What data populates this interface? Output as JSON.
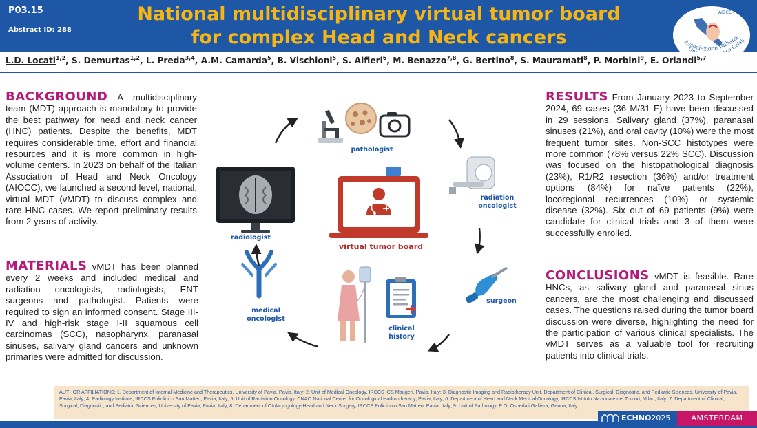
{
  "header": {
    "poster_id": "P03.15",
    "abstract_id": "Abstract ID: 288",
    "title_line1": "National multidisciplinary virtual tumor board",
    "title_line2": "for complex Head and Neck cancers",
    "logo_text": "AIOCC - IHNS",
    "logo_arc_line1": "Associazione Italiana",
    "logo_arc_line2": "Oncologia Cervico Cefalica"
  },
  "authors": [
    {
      "name": "L.D. Locati",
      "sup": "1,2",
      "underline": true
    },
    {
      "name": "S. Demurtas",
      "sup": "1,2"
    },
    {
      "name": "L. Preda",
      "sup": "3,4"
    },
    {
      "name": "A.M. Camarda",
      "sup": "5"
    },
    {
      "name": "B. Vischioni",
      "sup": "5"
    },
    {
      "name": "S. Alfieri",
      "sup": "6"
    },
    {
      "name": "M. Benazzo",
      "sup": "7,8"
    },
    {
      "name": "G. Bertino",
      "sup": "8"
    },
    {
      "name": "S. Mauramati",
      "sup": "8"
    },
    {
      "name": "P. Morbini",
      "sup": "9"
    },
    {
      "name": "E. Orlandi",
      "sup": "5,7"
    }
  ],
  "background": {
    "title": "BACKGROUND",
    "text": "A multidisciplinary team (MDT) approach is mandatory to provide the best pathway for head and neck cancer (HNC) patients. Despite the benefits, MDT requires considerable time, effort and financial resources and it is more common in high-volume centers. In 2023 on behalf of the Italian Association of Head and Neck Oncology (AIOCC), we launched a second level, national, virtual MDT (vMDT) to discuss complex and rare HNC cases. We report preliminary results from 2 years of activity."
  },
  "materials": {
    "title": "MATERIALS",
    "text": "vMDT has been planned every 2 weeks and included medical and radiation oncologists, radiologists, ENT surgeons and pathologist. Patients were required to sign an informed consent. Stage III-IV and high-risk stage I-II squamous cell carcinomas (SCC), nasopharynx, paranasal sinuses, salivary gland cancers and unknown primaries were admitted for discussion."
  },
  "results": {
    "title": "RESULTS",
    "text": "From January 2023 to September 2024, 69 cases (36 M/31 F) have been discussed in 29 sessions. Salivary gland (37%), paranasal sinuses (21%), and oral cavity (10%) were the most frequent tumor sites. Non-SCC histotypes were more common (78% versus 22% SCC). Discussion was focused on the histopathological diagnosis (23%), R1/R2 resection (36%) and/or treatment options (84%) for naïve patients (22%), locoregional recurrences (10%) or systemic disease (32%). Six out of 69 patients (9%) were candidate for clinical trials and 3 of them were successfully enrolled."
  },
  "conclusions": {
    "title": "CONCLUSIONS",
    "text": "vMDT is feasible. Rare HNCs, as salivary gland and paranasal sinus cancers, are the most challenging and discussed cases. The questions raised during the tumor board discussion were diverse, highlighting the need for the participation of various clinical specialists. The vMDT serves as a valuable tool for recruiting patients into clinical trials."
  },
  "diagram": {
    "pathologist": "pathologist",
    "radiation_line1": "radiation",
    "radiation_line2": "oncologist",
    "surgeon": "surgeon",
    "clinical_line1": "clinical",
    "clinical_line2": "history",
    "medical_line1": "medical",
    "medical_line2": "oncologist",
    "radiologist": "radiologist",
    "center": "virtual tumor board"
  },
  "footer": {
    "affil_title": "AUTHOR AFFILIATIONS:",
    "affil_text": "1. Department of Internal Medicine and Therapeutics, University of Pavia, Pavia, Italy; 2. Unit of Medical Oncology, IRCCS ICS Maugeri, Pavia, Italy; 3. Diagnostic Imaging and Radiotherapy Unit, Department of Clinical, Surgical, Diagnostic, and Pediatric Sciences, University of Pavia, Pavia, Italy; 4. Radiology Institute, IRCCS Policlinico San Matteo, Pavia, Italy; 5. Unit of Radiation Oncology, CNAO National Center for Oncological Hadrontherapy, Pavia, Italy; 6. Department of Head and Neck Medical Oncology, IRCCS Istituto Nazionale dei Tumori, Milan, Italy; 7. Department of Clinical, Surgical, Diagnostic, and Pediatric Sciences, University of Pavia, Pavia, Italy; 8. Department of Otolaryngology-Head and Neck Surgery, IRCCS Policlinico San Matteo, Pavia, Italy; 9. Unit of Pathology, E.O. Ospedali Galliera, Genoa, Italy",
    "echno": "ECHNO",
    "echno_year": "2025",
    "city": "AMSTERDAM"
  },
  "colors": {
    "header_blue": "#1d57a6",
    "title_gold": "#f7b514",
    "section_magenta": "#b5197a",
    "affil_bg": "#f7e5cb",
    "amsterdam_pink": "#c71667"
  }
}
